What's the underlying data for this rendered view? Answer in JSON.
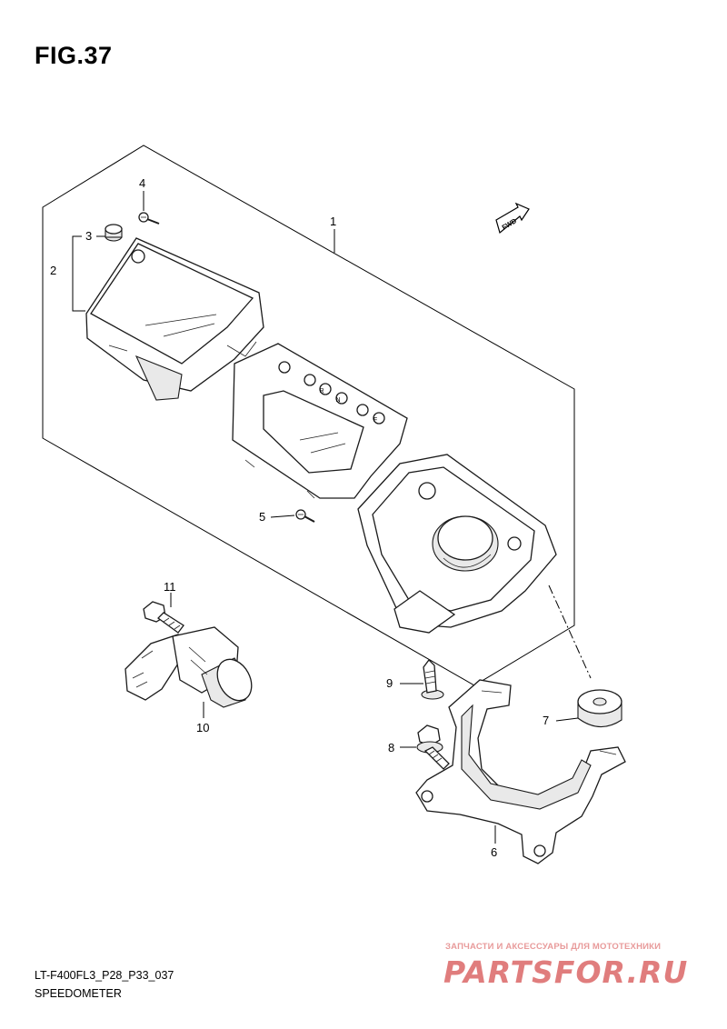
{
  "figure": {
    "title": "FIG.37",
    "code": "LT-F400FL3_P28_P33_037",
    "caption": "SPEEDOMETER"
  },
  "fwd_label": "FWD",
  "callouts": [
    "1",
    "2",
    "3",
    "4",
    "5",
    "6",
    "7",
    "8",
    "9",
    "10",
    "11"
  ],
  "indicator_letters": [
    "R",
    "N",
    "F"
  ],
  "watermark": {
    "subtitle": "ЗАПЧАСТИ И АКСЕССУАРЫ ДЛЯ МОТОТЕХНИКИ",
    "brand": "PARTSFOR.RU",
    "color": "#e07d7d"
  }
}
